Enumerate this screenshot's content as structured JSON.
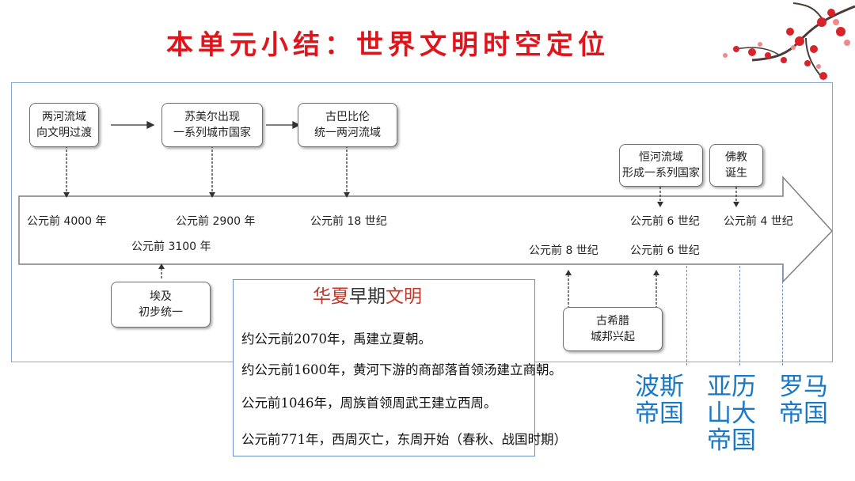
{
  "title": "本单元小结：世界文明时空定位",
  "boxes": {
    "mesopotamia_transition": [
      "两河流域",
      "向文明过渡"
    ],
    "sumer_cities": [
      "苏美尔出现",
      "一系列城市国家"
    ],
    "babylon": [
      "古巴比伦",
      "统一两河流域"
    ],
    "ganges_states": [
      "恒河流域",
      "形成一系列国家"
    ],
    "buddhism": [
      "佛教",
      "诞生"
    ],
    "egypt": [
      "埃及",
      "初步统一"
    ],
    "greece": [
      "古希腊",
      "城邦兴起"
    ]
  },
  "timeline_labels": {
    "bc4000": "公元前 4000 年",
    "bc2900": "公元前 2900 年",
    "bc18c": "公元前 18 世纪",
    "bc6c_top": "公元前 6 世纪",
    "bc4c": "公元前 4 世纪",
    "bc3100": "公元前 3100 年",
    "bc8c": "公元前 8 世纪",
    "bc6c_bottom": "公元前 6 世纪"
  },
  "china_panel": {
    "title_part1": "华夏",
    "title_part2": "早期",
    "title_part3": "文明",
    "lines": [
      "约公元前2070年，禹建立夏朝。",
      "约公元前1600年，黄河下游的商部落首领汤建立商朝。",
      "公元前1046年，周族首领周武王建立西周。",
      "公元前771年，西周灭亡，东周开始（春秋、战国时期）"
    ]
  },
  "empires": {
    "persia": [
      "波斯",
      "帝国"
    ],
    "alexander": [
      "亚历",
      "山大",
      "帝国"
    ],
    "rome": [
      "罗马",
      "帝国"
    ]
  },
  "colors": {
    "title": "#e0151b",
    "empire_text": "#1a78c8",
    "panel_title_red": "#c0392b",
    "panel_title_dark": "#333333",
    "frame": "#8aa8d6"
  },
  "icons": [
    "plum-blossom-branch-icon",
    "timeline-arrow-icon"
  ]
}
